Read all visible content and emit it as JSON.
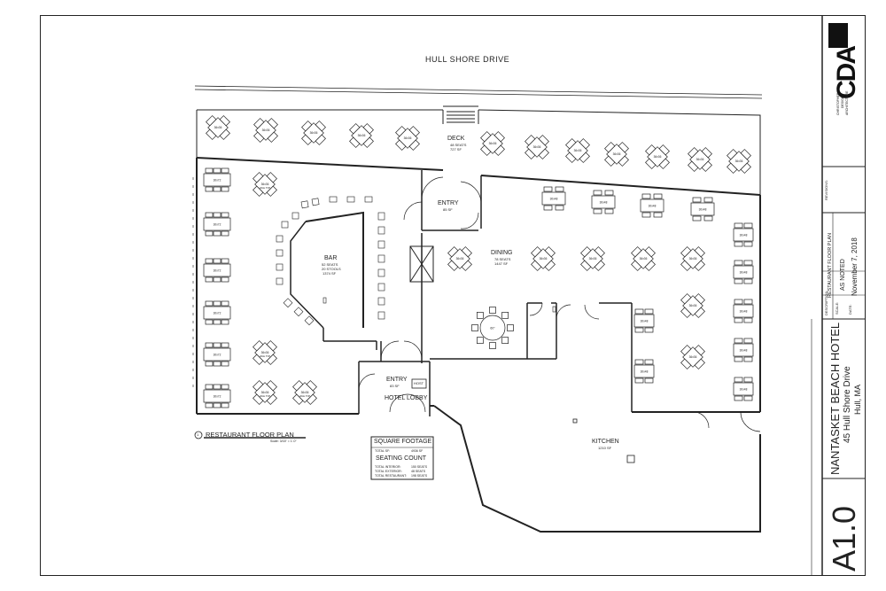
{
  "street": "HULL SHORE DRIVE",
  "rooms": {
    "deck": {
      "name": "DECK",
      "seats": "48 SEATS",
      "area": "727 SF"
    },
    "entry_main": {
      "name": "ENTRY",
      "area": "85 SF"
    },
    "bar": {
      "name": "BAR",
      "seats": "52 SEATS",
      "stools": "20 STOOLS",
      "area": "1374 SF"
    },
    "dining": {
      "name": "DINING",
      "seats": "78 SEATS",
      "area": "1447 SF"
    },
    "entry_lobby": {
      "name": "ENTRY",
      "area": "83 SF"
    },
    "host": "HOST",
    "hotel_lobby": "HOTEL LOBBY",
    "kitchen": {
      "name": "KITCHEN",
      "area": "1210 SF"
    }
  },
  "table_labels": {
    "t36": "36x36",
    "t30x72": "30x72",
    "t30x48": "30x48",
    "round": "60\"",
    "high_top": "HIGH TOP"
  },
  "plan_title": {
    "number": "1",
    "title": "RESTAURANT FLOOR PLAN",
    "scale": "Scale: 3/16\" = 1'-0\""
  },
  "square_footage": {
    "heading": "SQUARE FOOTAGE",
    "total_label": "TOTAL SF:",
    "total_value": "4936 SF"
  },
  "seating_count": {
    "heading": "SEATING COUNT",
    "rows": [
      {
        "label": "TOTAL INTERIOR:",
        "value": "150 SEATS"
      },
      {
        "label": "TOTAL EXTERIOR:",
        "value": "48 SEATS"
      },
      {
        "label": "TOTAL RESTAURANT:",
        "value": "198 SEATS"
      }
    ]
  },
  "title_block": {
    "logo": "CDA",
    "firm_lines": [
      "CHRISTOPHER",
      "DESIGN",
      "ARCHITECTURE"
    ],
    "revisions_label": "REVISIONS:",
    "description_label": "DESCRIPTION:",
    "description_value": "RESTAURANT FLOOR PLAN",
    "scale_label": "SCALE:",
    "scale_value": "AS NOTED",
    "date_label": "DATE:",
    "date_value": "November 7, 2018",
    "project_name": "NANTASKET BEACH HOTEL",
    "address_line1": "45 Hull Shore Drive",
    "address_line2": "Hull, MA",
    "sheet_number": "A1.0"
  },
  "colors": {
    "line": "#222222",
    "paper": "#ffffff"
  }
}
